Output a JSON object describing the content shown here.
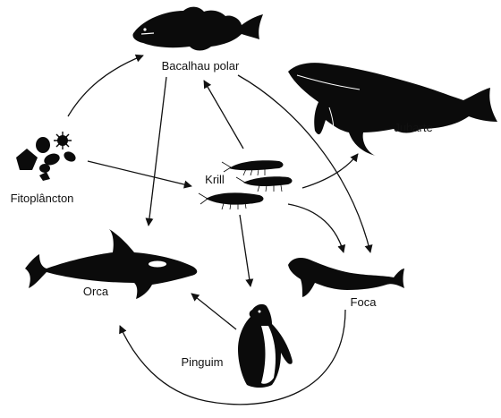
{
  "organisms": {
    "cod": "Bacalhau polar",
    "humpback": "Jubarte",
    "phytoplankton": "Fitoplâncton",
    "krill": "Krill",
    "orca": "Orca",
    "seal": "Foca",
    "penguin": "Pinguim"
  },
  "links": [
    {
      "from": "Fitoplâncton",
      "to": "Bacalhau polar"
    },
    {
      "from": "Fitoplâncton",
      "to": "Krill"
    },
    {
      "from": "Krill",
      "to": "Bacalhau polar"
    },
    {
      "from": "Krill",
      "to": "Jubarte"
    },
    {
      "from": "Krill",
      "to": "Foca"
    },
    {
      "from": "Krill",
      "to": "Pinguim"
    },
    {
      "from": "Bacalhau polar",
      "to": "Orca"
    },
    {
      "from": "Bacalhau polar",
      "to": "Foca"
    },
    {
      "from": "Pinguim",
      "to": "Orca"
    },
    {
      "from": "Foca",
      "to": "Orca"
    }
  ],
  "colors": {
    "ink": "#0b0b0b",
    "background": "#ffffff"
  }
}
